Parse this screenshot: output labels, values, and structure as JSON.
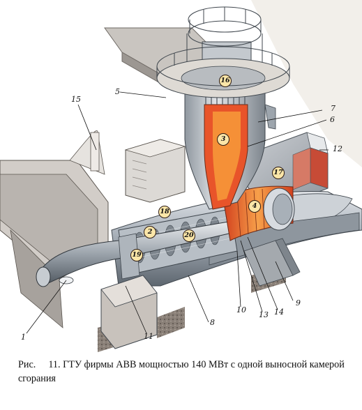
{
  "figure": {
    "caption_prefix": "Рис.",
    "caption_text": "11. ГТУ фирмы ABB мощностью 140 МВт с одной выносной камерой сгорания"
  },
  "plain_labels": [
    "1",
    "5",
    "6",
    "7",
    "8",
    "9",
    "10",
    "11",
    "12",
    "13",
    "14",
    "15"
  ],
  "circled_labels": [
    "2",
    "3",
    "4",
    "16",
    "17",
    "18",
    "19",
    "20"
  ],
  "colors": {
    "flame": "#e8542a",
    "flame_core": "#f7b23b",
    "steel": "#9aa3ad",
    "steel_dark": "#5d6670",
    "casing": "#c6c9cd",
    "platform": "#d5d2cc",
    "duct_red": "#c8533a",
    "ground": "#7a7068"
  }
}
